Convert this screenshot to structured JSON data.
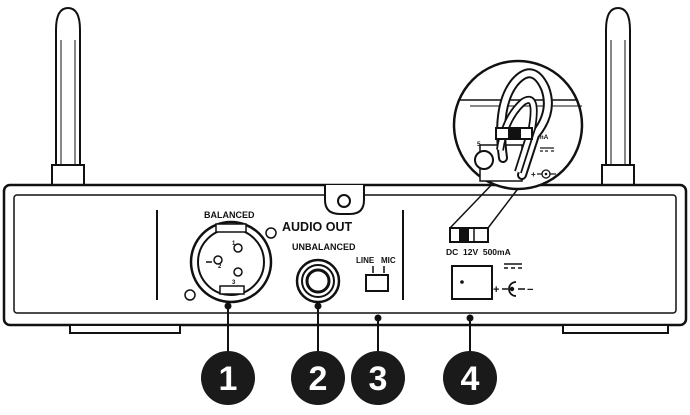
{
  "labels": {
    "balanced": "BALANCED",
    "audio_out": "AUDIO OUT",
    "unbalanced": "UNBALANCED",
    "line": "LINE",
    "mic": "MIC",
    "dc_rating": "DC  12V  500mA",
    "inset_rating": "500mA",
    "inset_partial": "5"
  },
  "callouts": [
    {
      "id": "xlr-output",
      "number": "1"
    },
    {
      "id": "jack-output",
      "number": "2"
    },
    {
      "id": "line-mic-switch",
      "number": "3"
    },
    {
      "id": "dc-input",
      "number": "4"
    }
  ],
  "colors": {
    "line": "#111111",
    "callout_fill": "#1a1a1a",
    "background": "#ffffff"
  }
}
